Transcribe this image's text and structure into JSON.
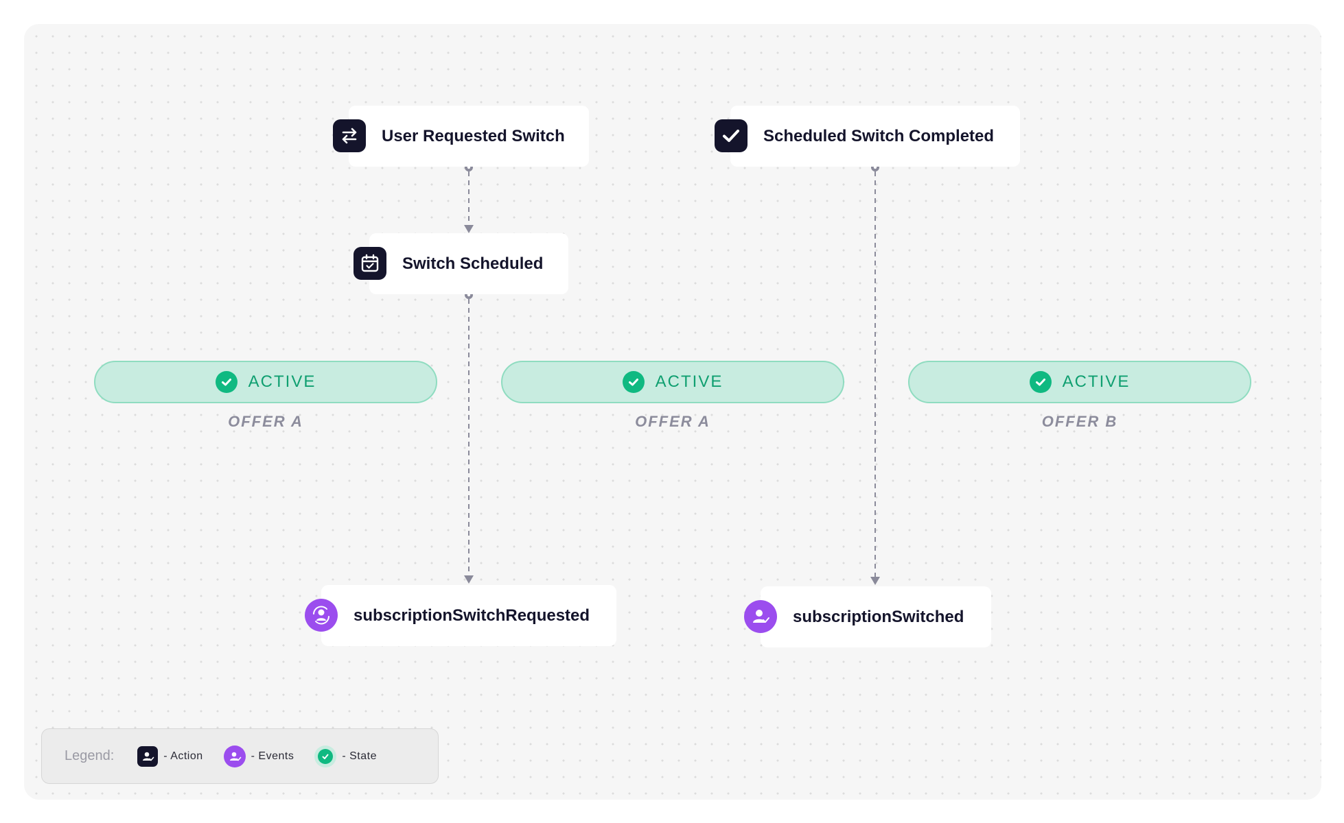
{
  "nodes": {
    "user_requested_switch": {
      "label": "User Requested Switch",
      "kind": "action",
      "icon": "swap-arrows-icon"
    },
    "scheduled_switch_completed": {
      "label": "Scheduled Switch Completed",
      "kind": "action",
      "icon": "checkmark-icon"
    },
    "switch_scheduled": {
      "label": "Switch Scheduled",
      "kind": "action",
      "icon": "calendar-check-icon"
    },
    "subscription_switch_requested": {
      "label": "subscriptionSwitchRequested",
      "kind": "event",
      "icon": "user-sync-icon"
    },
    "subscription_switched": {
      "label": "subscriptionSwitched",
      "kind": "event",
      "icon": "user-check-icon"
    }
  },
  "states": [
    {
      "label": "ACTIVE",
      "offer": "OFFER A"
    },
    {
      "label": "ACTIVE",
      "offer": "OFFER A"
    },
    {
      "label": "ACTIVE",
      "offer": "OFFER B"
    }
  ],
  "connections": [
    {
      "from": "User Requested Switch",
      "to": "Switch Scheduled"
    },
    {
      "from": "Switch Scheduled",
      "to": "subscriptionSwitchRequested"
    },
    {
      "from": "Scheduled Switch Completed",
      "to": "subscriptionSwitched"
    }
  ],
  "legend": {
    "title": "Legend:",
    "items": [
      {
        "text": "- Action",
        "icon": "user-check-icon"
      },
      {
        "text": "- Events",
        "icon": "user-check-icon"
      },
      {
        "text": "- State",
        "icon": "check-circle-icon"
      }
    ]
  },
  "colors": {
    "action": "#14142b",
    "event": "#9b4dee",
    "state_fill": "#c8ece0",
    "state_border": "#8fdcc0",
    "state_text": "#0f9f70",
    "check": "#10b981",
    "connector": "#8a8a9a",
    "offer_text": "#8c8c9c"
  }
}
